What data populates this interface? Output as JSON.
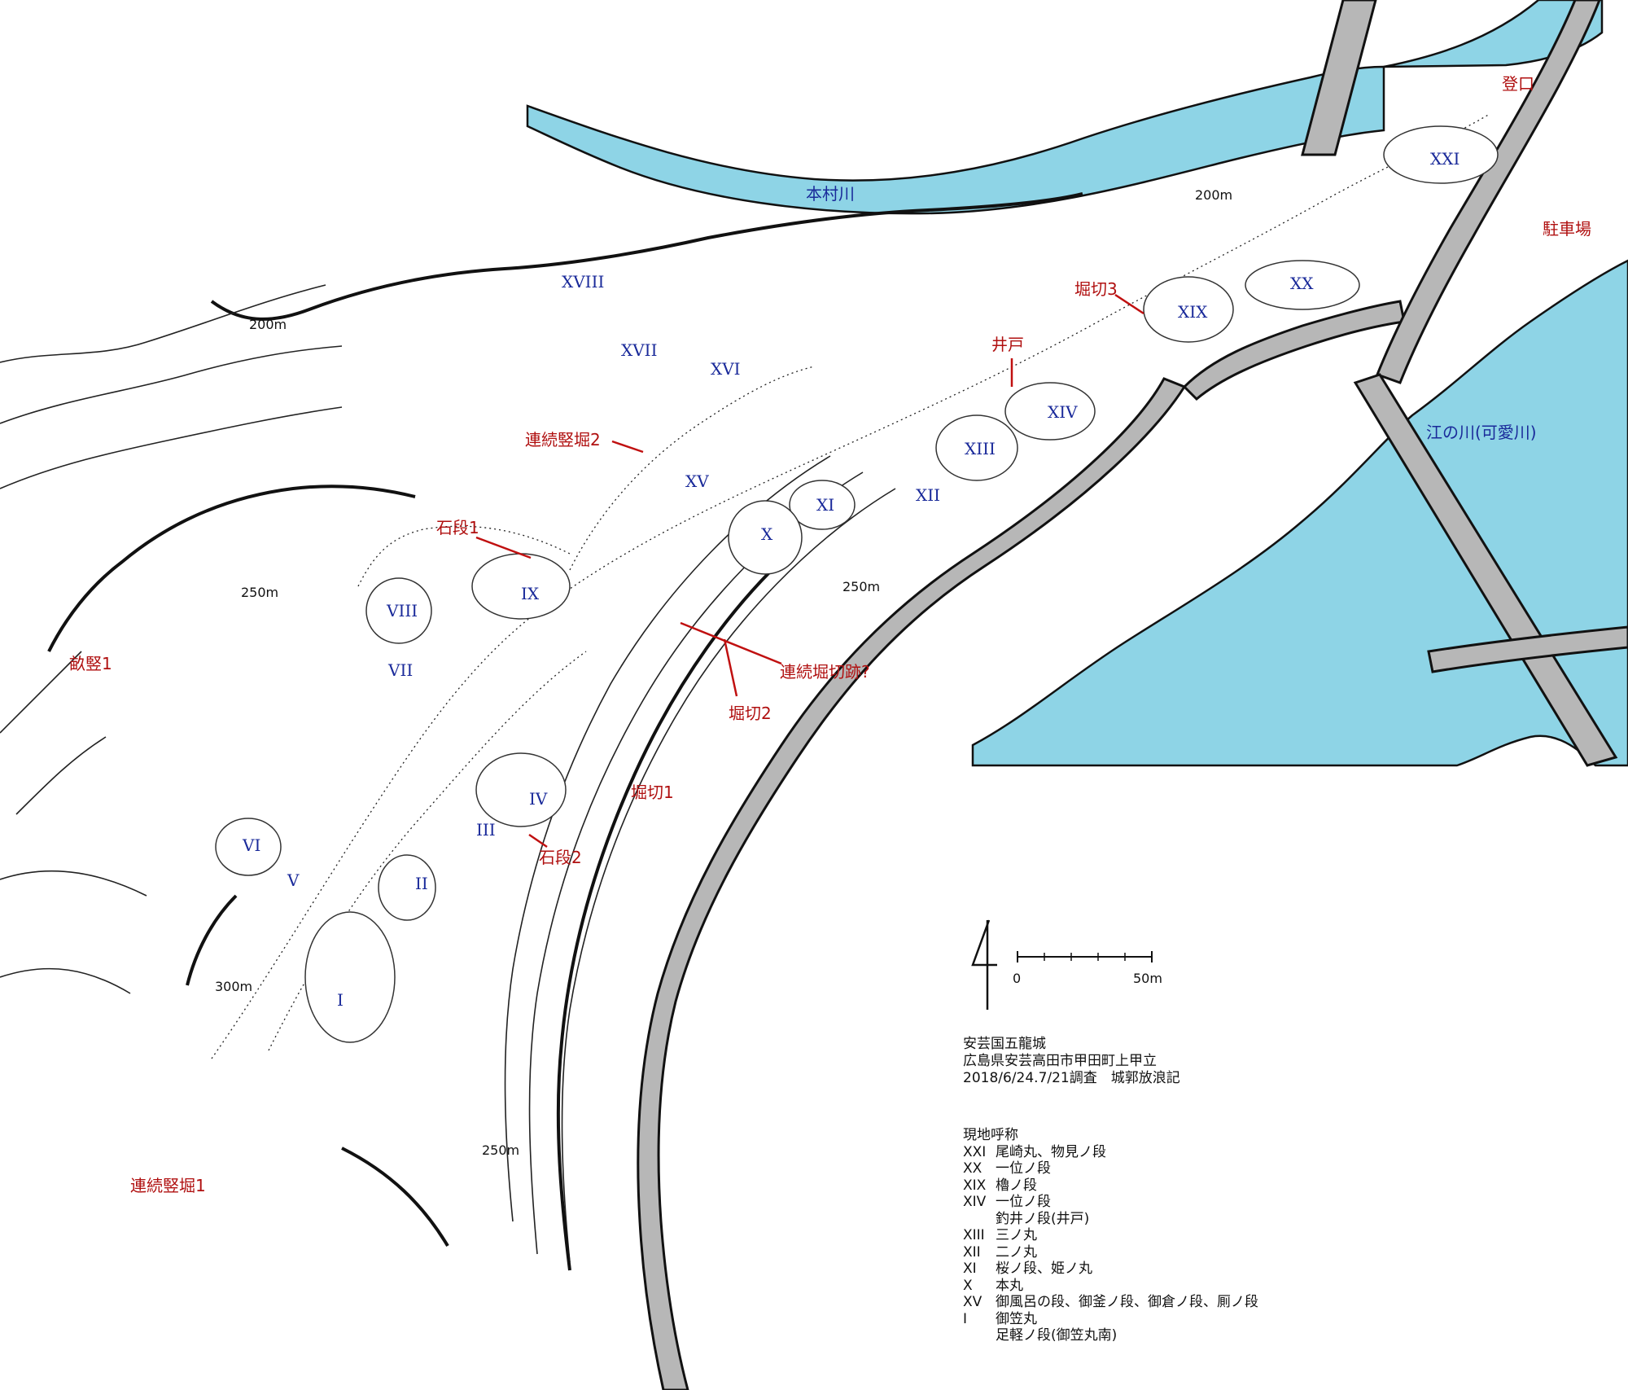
{
  "labels": {
    "roman": [
      {
        "text": "XXI"
      },
      {
        "text": "XX"
      },
      {
        "text": "XIX"
      },
      {
        "text": "XVIII"
      },
      {
        "text": "XVII"
      },
      {
        "text": "XVI"
      },
      {
        "text": "XV"
      },
      {
        "text": "XIV"
      },
      {
        "text": "XIII"
      },
      {
        "text": "XII"
      },
      {
        "text": "XI"
      },
      {
        "text": "X"
      },
      {
        "text": "IX"
      },
      {
        "text": "VIII"
      },
      {
        "text": "VII"
      },
      {
        "text": "VI"
      },
      {
        "text": "V"
      },
      {
        "text": "IV"
      },
      {
        "text": "III"
      },
      {
        "text": "II"
      },
      {
        "text": "I"
      }
    ],
    "features": {
      "noboriguchi": "登口",
      "parking": "駐車場",
      "horikiri3": "堀切3",
      "ido": "井戸",
      "renzoku_tatebori2": "連続竪堀2",
      "ishidan1": "石段1",
      "renzoku_horikiri": "連続堀切跡?",
      "horikiri2": "堀切2",
      "horikiri1": "堀切1",
      "ishidan2": "石段2",
      "unetate1": "畝竪1",
      "renzoku_tatebori1": "連続竪堀1"
    },
    "rivers": {
      "honmura": "本村川",
      "enokawa": "江の川(可愛川)"
    },
    "contours": [
      {
        "text": "200m"
      },
      {
        "text": "200m"
      },
      {
        "text": "250m"
      },
      {
        "text": "250m"
      },
      {
        "text": "300m"
      },
      {
        "text": "250m"
      }
    ]
  },
  "scale": {
    "zero": "0",
    "end": "50m"
  },
  "info": {
    "line1": "安芸国五龍城",
    "line2": "広島県安芸高田市甲田町上甲立",
    "line3": "2018/6/24.7/21調査　城郭放浪記"
  },
  "legend": {
    "title": "現地呼称",
    "items": [
      {
        "num": "XXI",
        "name": "尾崎丸、物見ノ段"
      },
      {
        "num": "XX",
        "name": "一位ノ段"
      },
      {
        "num": "XIX",
        "name": "櫓ノ段"
      },
      {
        "num": "XIV",
        "name": "一位ノ段"
      },
      {
        "num": "",
        "name": "釣井ノ段(井戸)"
      },
      {
        "num": "XIII",
        "name": "三ノ丸"
      },
      {
        "num": "XII",
        "name": "二ノ丸"
      },
      {
        "num": "XI",
        "name": "桜ノ段、姫ノ丸"
      },
      {
        "num": "X",
        "name": "本丸"
      },
      {
        "num": "XV",
        "name": "御風呂の段、御釜ノ段、御倉ノ段、厠ノ段"
      },
      {
        "num": "I",
        "name": "御笠丸"
      },
      {
        "num": "",
        "name": "足軽ノ段(御笠丸南)"
      }
    ]
  },
  "colors": {
    "water": "#8ed4e6",
    "road": "#b7b7b7",
    "feature_label": "#b01010",
    "enclosure_label": "#1a2a9a"
  }
}
